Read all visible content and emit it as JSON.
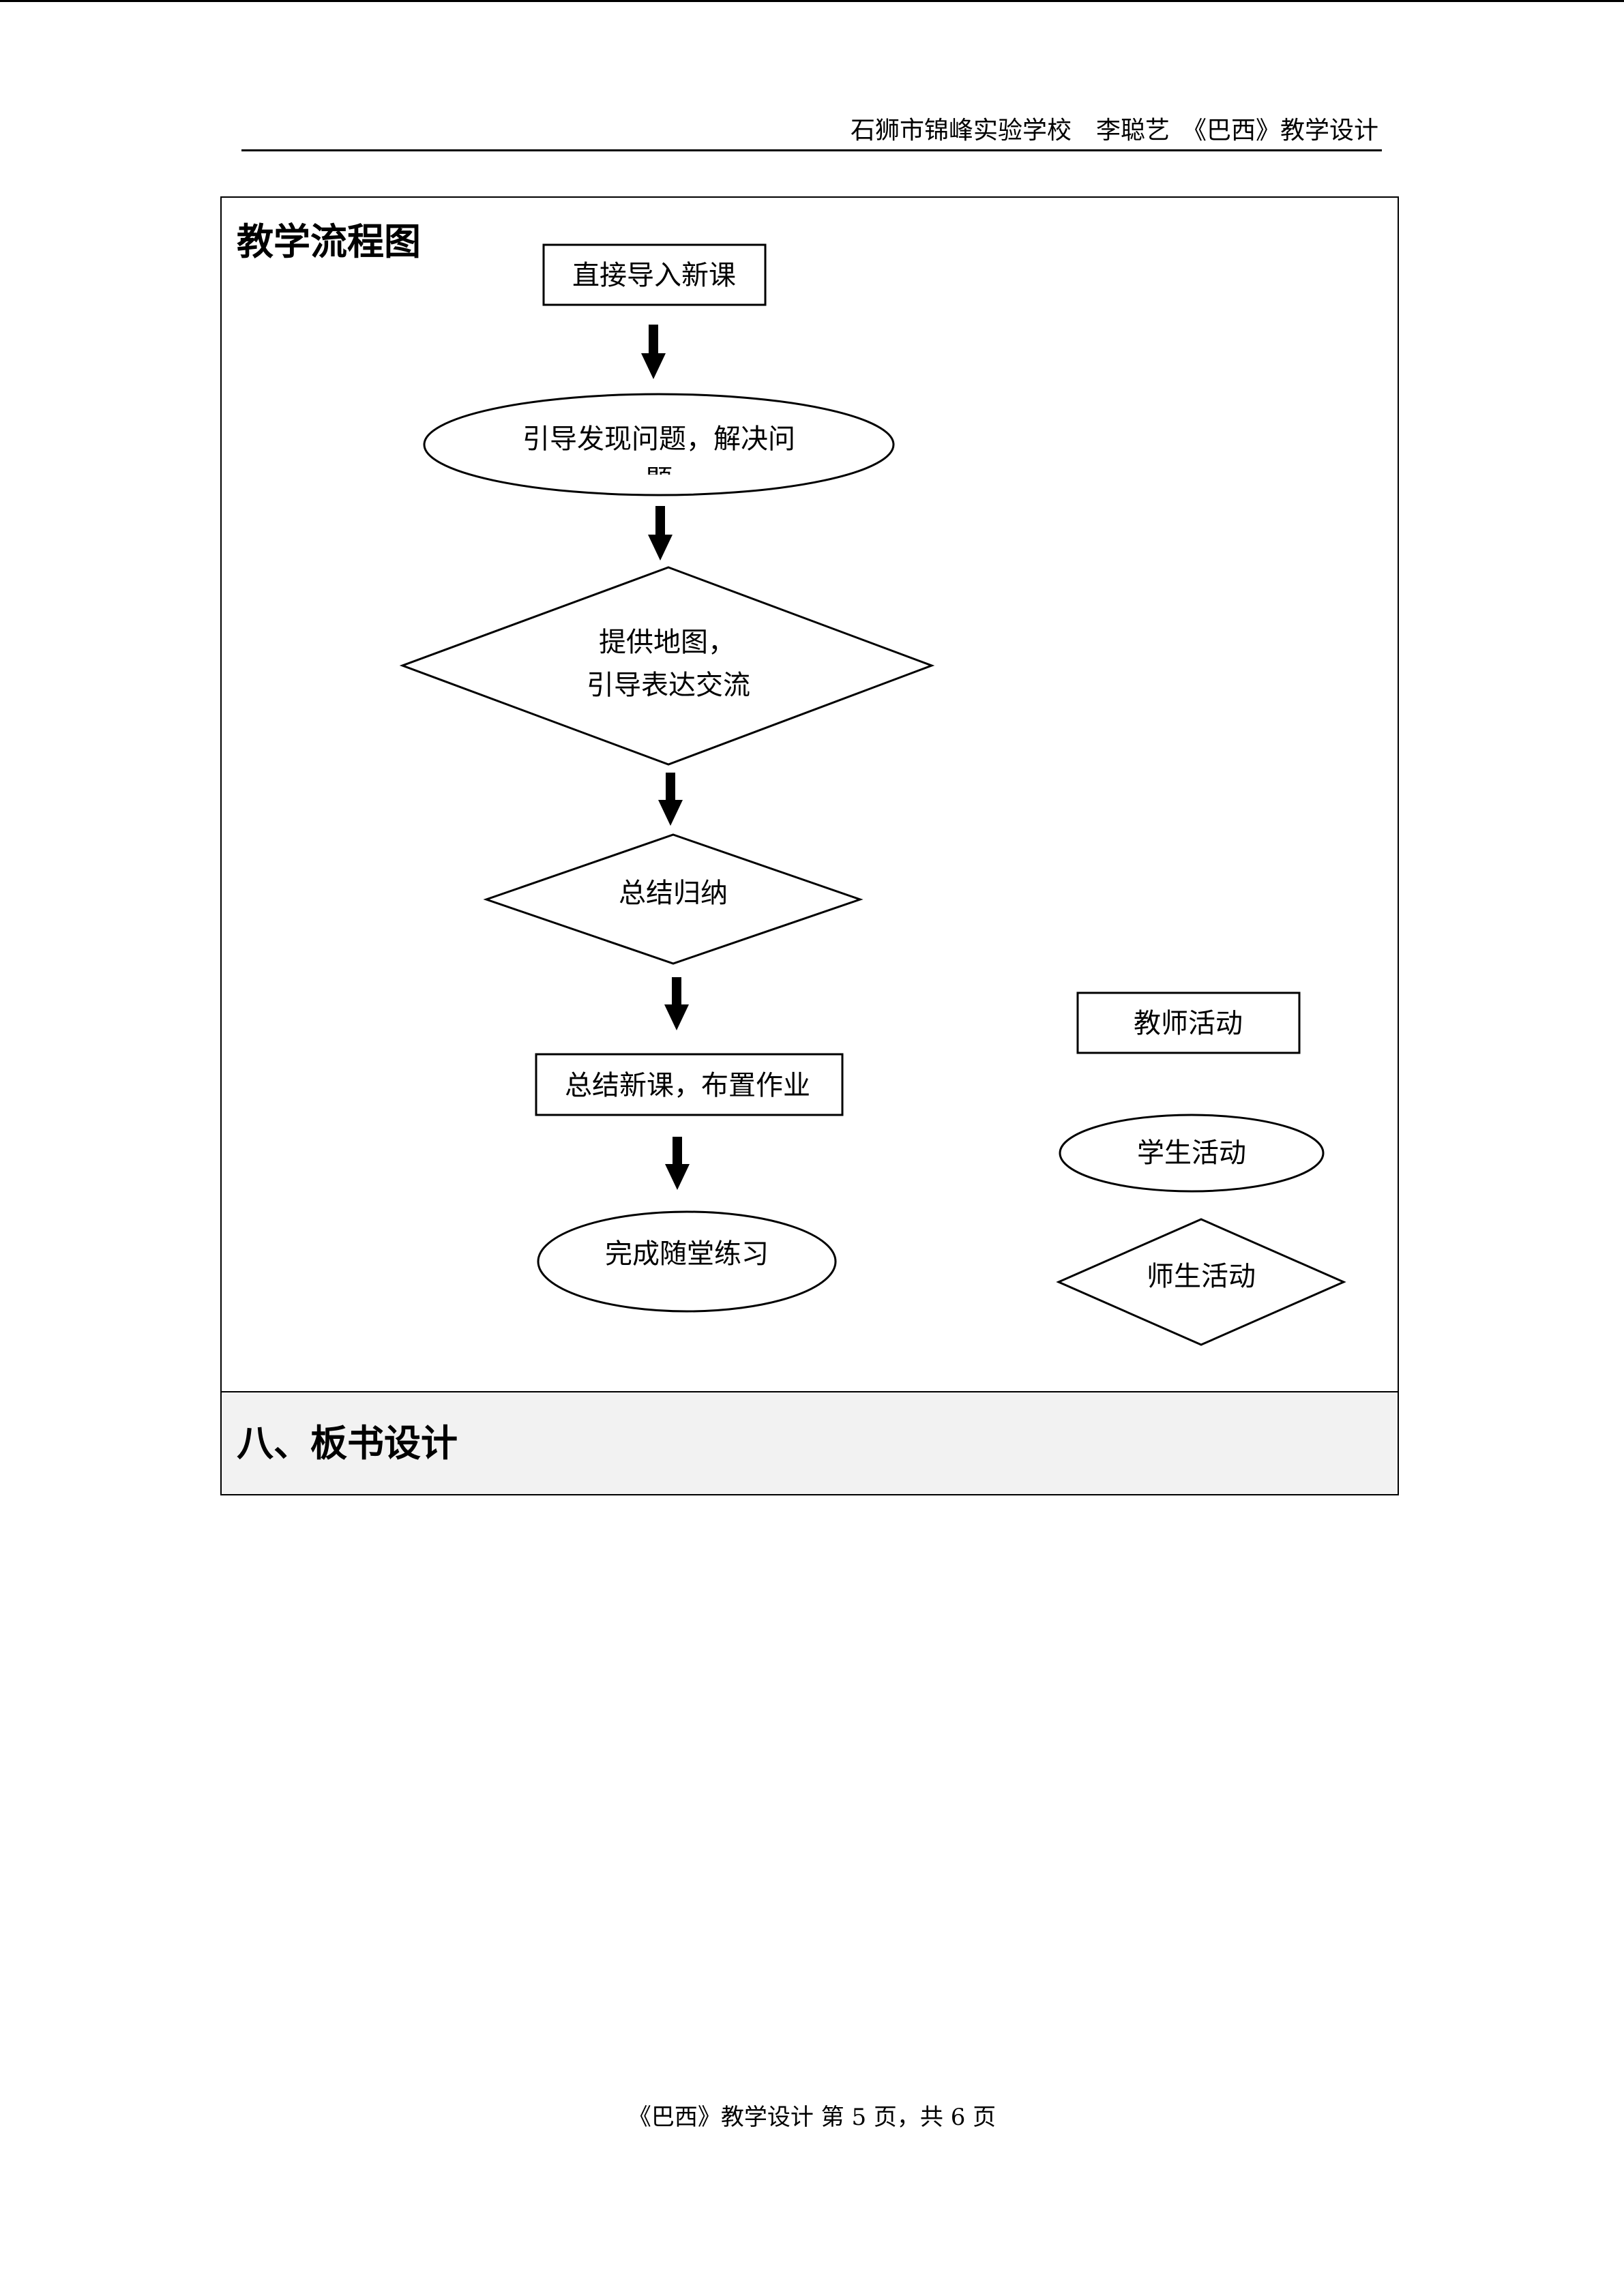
{
  "header": {
    "text": "石狮市锦峰实验学校　李聪艺　《巴西》教学设计"
  },
  "flowchart_section": {
    "title": "教学流程图",
    "steps": {
      "s1": "直接导入新课",
      "s2_line1": "引导发现问题，解决问",
      "s2_line2": "题",
      "s3_line1": "提供地图，",
      "s3_line2": "引导表达交流",
      "s4": "总结归纳",
      "s5": "总结新课，布置作业",
      "s6": "完成随堂练习"
    },
    "legend": {
      "teacher": "教师活动",
      "student": "学生活动",
      "both": "师生活动"
    }
  },
  "board_section": {
    "title": "八、板书设计"
  },
  "footer": {
    "text": "《巴西》教学设计  第 5 页，共 6 页"
  }
}
